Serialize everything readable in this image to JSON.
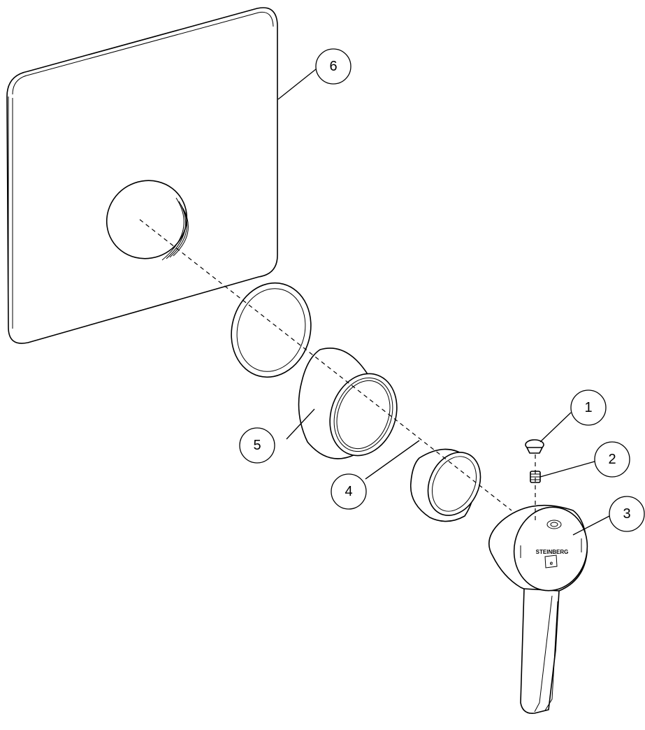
{
  "callouts": {
    "c1": "1",
    "c2": "2",
    "c3": "3",
    "c4": "4",
    "c5": "5",
    "c6": "6"
  },
  "logo": {
    "brand": "STEINBERG"
  }
}
